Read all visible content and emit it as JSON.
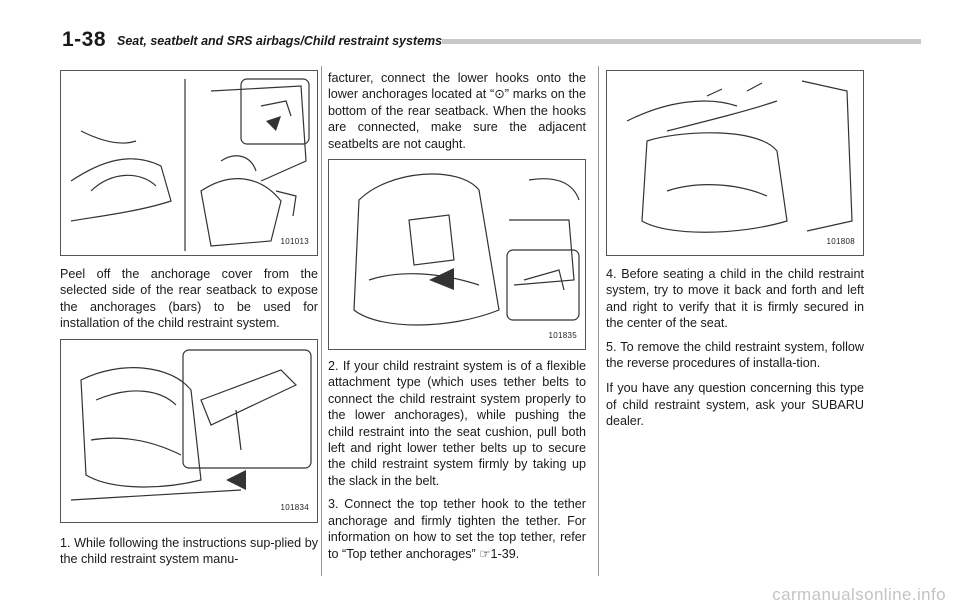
{
  "header": {
    "page_number": "1-38",
    "title": "Seat, seatbelt and SRS airbags/Child restraint systems"
  },
  "figures": {
    "fig1": "101013",
    "fig2": "101834",
    "fig3": "101835",
    "fig4": "101808"
  },
  "text": {
    "para_peel": "Peel off the anchorage cover from the selected side of the rear seatback to expose the anchorages (bars) to be used for installation of the child restraint system.",
    "step1_start": "1.  While following the instructions sup-plied by the child restraint system manu-",
    "step1_cont": "facturer, connect the lower hooks onto the lower anchorages located at “⊙” marks on the bottom of the rear seatback. When the hooks are connected, make sure the adjacent seatbelts are not caught.",
    "step2": "2.  If your child restraint system is of a flexible attachment type (which uses tether belts to connect the child restraint system properly to the lower anchorages), while pushing the child restraint into the seat cushion, pull both left and right lower tether belts up to secure the child restraint system firmly by taking up the slack in the belt.",
    "step3": "3.  Connect the top tether hook to the tether anchorage and firmly tighten the tether. For information on how to set the top tether, refer to “Top tether anchorages” ☞1-39.",
    "step4": "4.  Before seating a child in the child restraint system, try to move it back and forth and left and right to verify that it is firmly secured in the center of the seat.",
    "step5": "5.  To remove the child restraint system, follow the reverse procedures of installa-tion.",
    "para_question": "If you have any question concerning this type of child restraint system, ask your SUBARU dealer."
  },
  "footer": {
    "watermark": "carmanualsonline.info"
  }
}
